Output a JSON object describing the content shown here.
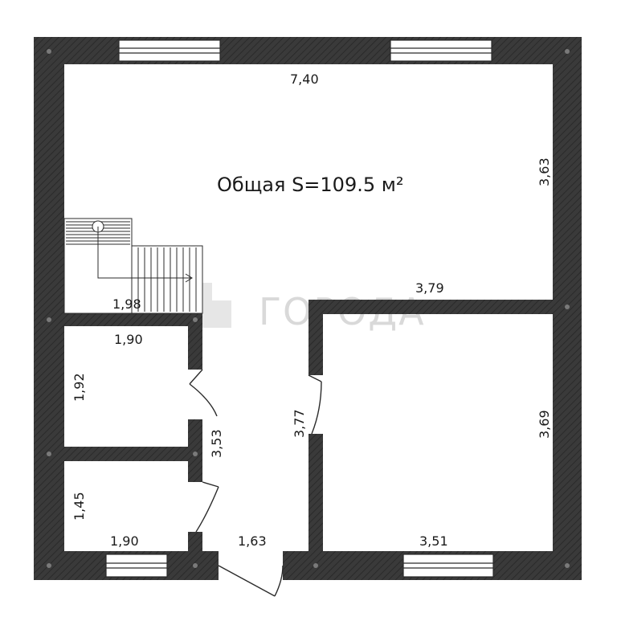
{
  "plan": {
    "title": "Общая S=109.5 м²",
    "watermark": "ГОРОДА",
    "colors": {
      "wall": "#3a3a3a",
      "line": "#2b2b2b",
      "paper": "#ffffff",
      "watermark": "#d9d9d9"
    },
    "dimensions": {
      "top_width": "7,40",
      "top_right_height": "3,63",
      "middle_wall": "3,79",
      "stair_width": "1,98",
      "room1_width": "1,90",
      "room1_height": "1,92",
      "corridor_left": "3,53",
      "corridor_right": "3,77",
      "right_room_height": "3,69",
      "room2_height": "1,45",
      "room2_width": "1,90",
      "entrance": "1,63",
      "right_room_width": "3,51"
    }
  }
}
